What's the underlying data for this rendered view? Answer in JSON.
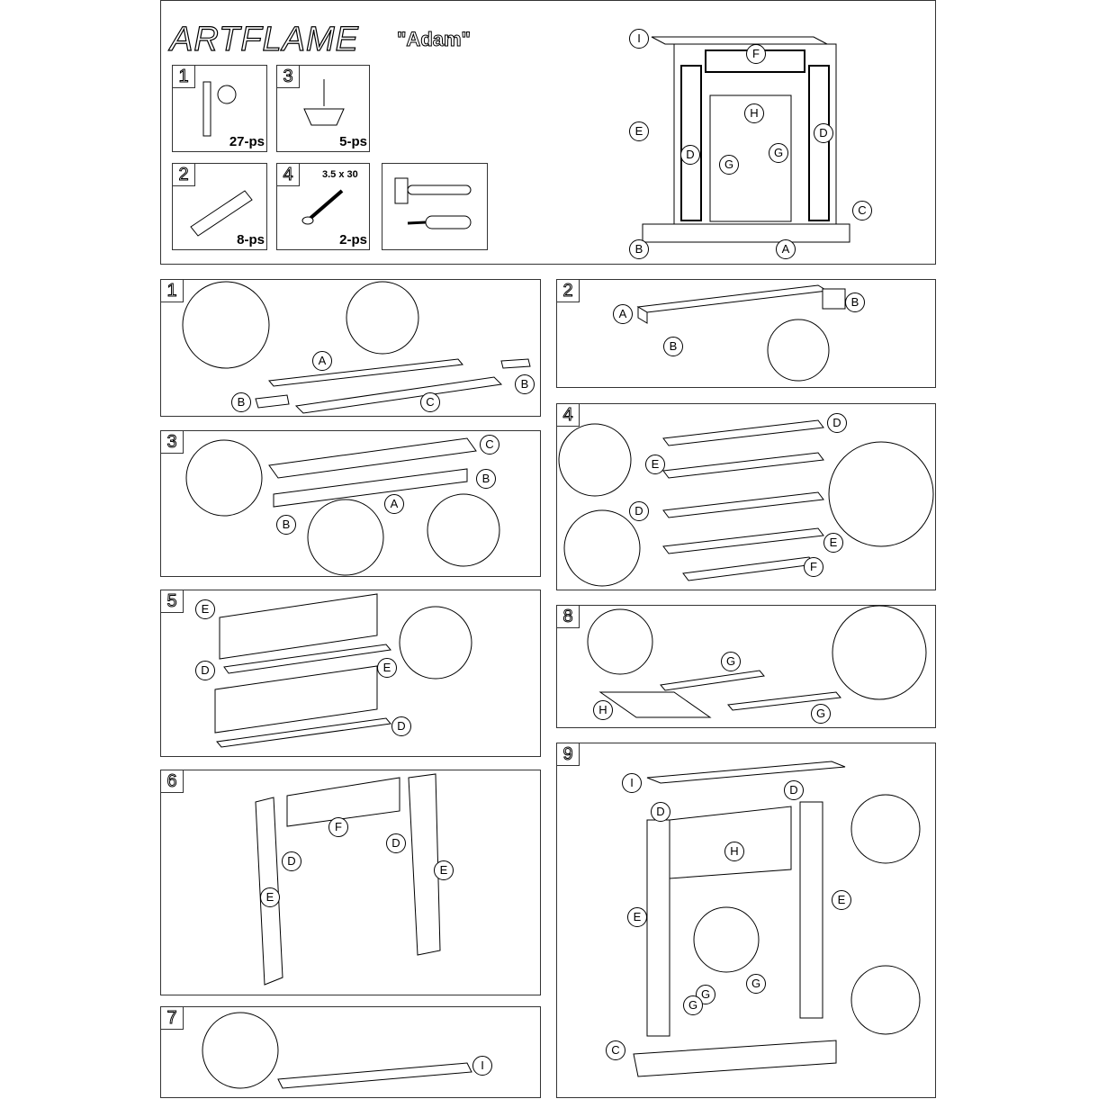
{
  "header": {
    "brand": "ARTFLAME",
    "model": "\"Adam\"",
    "parts": [
      {
        "num": "1",
        "qty": "27-ps",
        "icon": "cam-bolt-and-lock"
      },
      {
        "num": "3",
        "qty": "5-ps",
        "icon": "furniture-glide-nail"
      },
      {
        "num": "2",
        "qty": "8-ps",
        "icon": "wooden-dowel"
      },
      {
        "num": "4",
        "qty": "2-ps",
        "size": "3.5 x 30",
        "icon": "screw"
      },
      {
        "icon": "hammer-and-screwdriver"
      }
    ],
    "overview_labels": [
      "I",
      "F",
      "H",
      "E",
      "D",
      "D",
      "G",
      "G",
      "C",
      "B",
      "A"
    ]
  },
  "steps": {
    "1": {
      "num": "1",
      "labels": [
        "A",
        "B",
        "C",
        "B"
      ]
    },
    "2": {
      "num": "2",
      "labels": [
        "A",
        "B",
        "B"
      ]
    },
    "3": {
      "num": "3",
      "labels": [
        "C",
        "B",
        "A",
        "B"
      ]
    },
    "4": {
      "num": "4",
      "labels": [
        "D",
        "E",
        "D",
        "E",
        "F"
      ]
    },
    "5": {
      "num": "5",
      "labels": [
        "E",
        "D",
        "E",
        "D"
      ]
    },
    "6": {
      "num": "6",
      "labels": [
        "F",
        "D",
        "D",
        "E",
        "E"
      ]
    },
    "7": {
      "num": "7",
      "labels": [
        "I"
      ]
    },
    "8": {
      "num": "8",
      "labels": [
        "G",
        "H",
        "G"
      ]
    },
    "9": {
      "num": "9",
      "labels": [
        "I",
        "D",
        "D",
        "H",
        "E",
        "E",
        "G",
        "G",
        "G",
        "C"
      ]
    }
  }
}
